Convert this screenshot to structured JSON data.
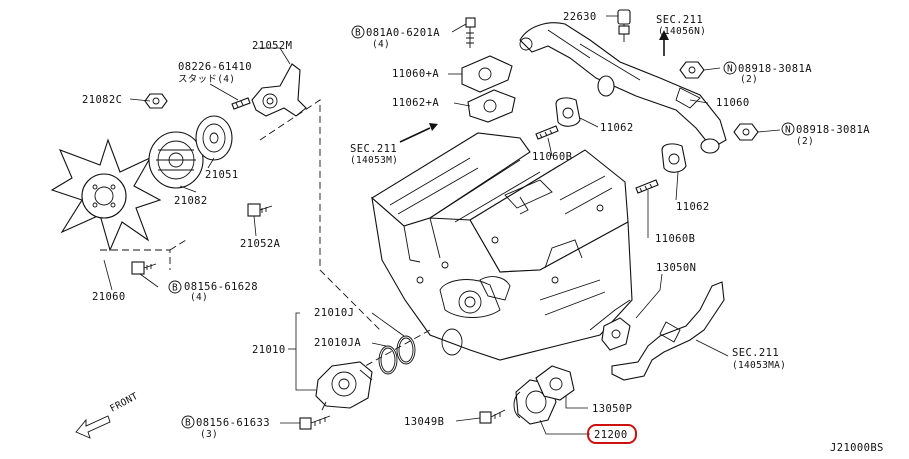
{
  "diagram": {
    "catalog_code": "J21000BS",
    "highlighted_part": "21200",
    "highlight_color": "#cc1111",
    "labels": {
      "p21082C": "21082C",
      "p08226": "08226-61410",
      "p08226_sub": "スタッド(4)",
      "p21052M": "21052M",
      "p21051": "21051",
      "p21082": "21082",
      "p21052A": "21052A",
      "p21060": "21060",
      "p08156a": "08156-61628",
      "p08156a_qty": "(4)",
      "p081A0": "081A0-6201A",
      "p081A0_qty": "(4)",
      "p11060A": "11060+A",
      "p11062A": "11062+A",
      "p22630": "22630",
      "sec211a": "SEC.211",
      "sec211a_ref": "(14056N)",
      "p08918a": "08918-3081A",
      "p08918a_qty": "(2)",
      "p11060": "11060",
      "p08918b": "08918-3081A",
      "p08918b_qty": "(2)",
      "p11062": "11062",
      "p11060B": "11060B",
      "sec211b": "SEC.211",
      "sec211b_ref": "(14053M)",
      "p11062b": "11062",
      "p11060Bb": "11060B",
      "p13050N": "13050N",
      "sec211c": "SEC.211",
      "sec211c_ref": "(14053MA)",
      "p21010J": "21010J",
      "p21010JA": "21010JA",
      "p21010": "21010",
      "p08156b": "08156-61633",
      "p08156b_qty": "(3)",
      "p13049B": "13049B",
      "p13050P": "13050P",
      "p21200": "21200",
      "front": "FRONT"
    },
    "badges": {
      "bolt": "B",
      "nut": "N"
    }
  }
}
